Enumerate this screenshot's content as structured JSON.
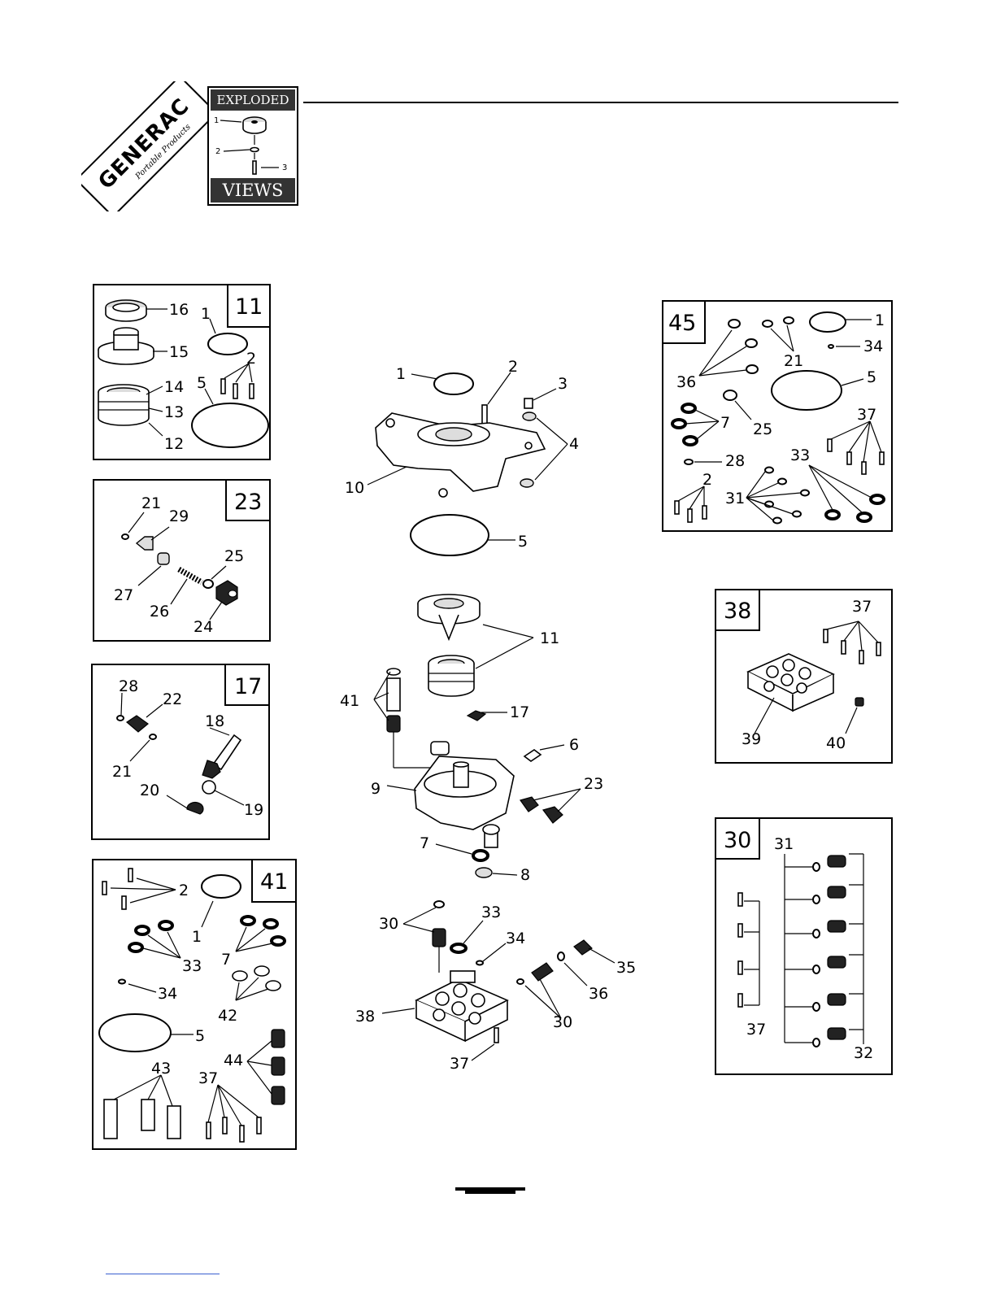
{
  "brand": {
    "name": "GENERAC",
    "tagline": "Portable Products"
  },
  "badge": {
    "top": "EXPLODED",
    "bottom": "VIEWS",
    "labels": [
      "1",
      "2",
      "3"
    ]
  },
  "boxes": {
    "b11": {
      "title": "11",
      "labels": [
        "16",
        "15",
        "14",
        "13",
        "12",
        "1",
        "2",
        "5"
      ]
    },
    "b23": {
      "title": "23",
      "labels": [
        "21",
        "29",
        "27",
        "26",
        "25",
        "24"
      ]
    },
    "b17": {
      "title": "17",
      "labels": [
        "28",
        "22",
        "18",
        "21",
        "20",
        "19"
      ]
    },
    "b41": {
      "title": "41",
      "labels": [
        "2",
        "1",
        "33",
        "7",
        "34",
        "42",
        "5",
        "44",
        "43",
        "37"
      ]
    },
    "b45": {
      "title": "45",
      "labels": [
        "1",
        "34",
        "21",
        "36",
        "5",
        "7",
        "25",
        "37",
        "28",
        "33",
        "2",
        "31"
      ]
    },
    "b38": {
      "title": "38",
      "labels": [
        "37",
        "39",
        "40"
      ]
    },
    "b30": {
      "title": "30",
      "labels": [
        "31",
        "37",
        "32"
      ]
    }
  },
  "center_labels": {
    "top": [
      "1",
      "2",
      "3",
      "4",
      "10",
      "5"
    ],
    "middle": [
      "11",
      "41",
      "17",
      "6",
      "9",
      "23",
      "7",
      "8"
    ],
    "bottom": [
      "30",
      "33",
      "34",
      "35",
      "36",
      "30",
      "38",
      "37"
    ]
  }
}
